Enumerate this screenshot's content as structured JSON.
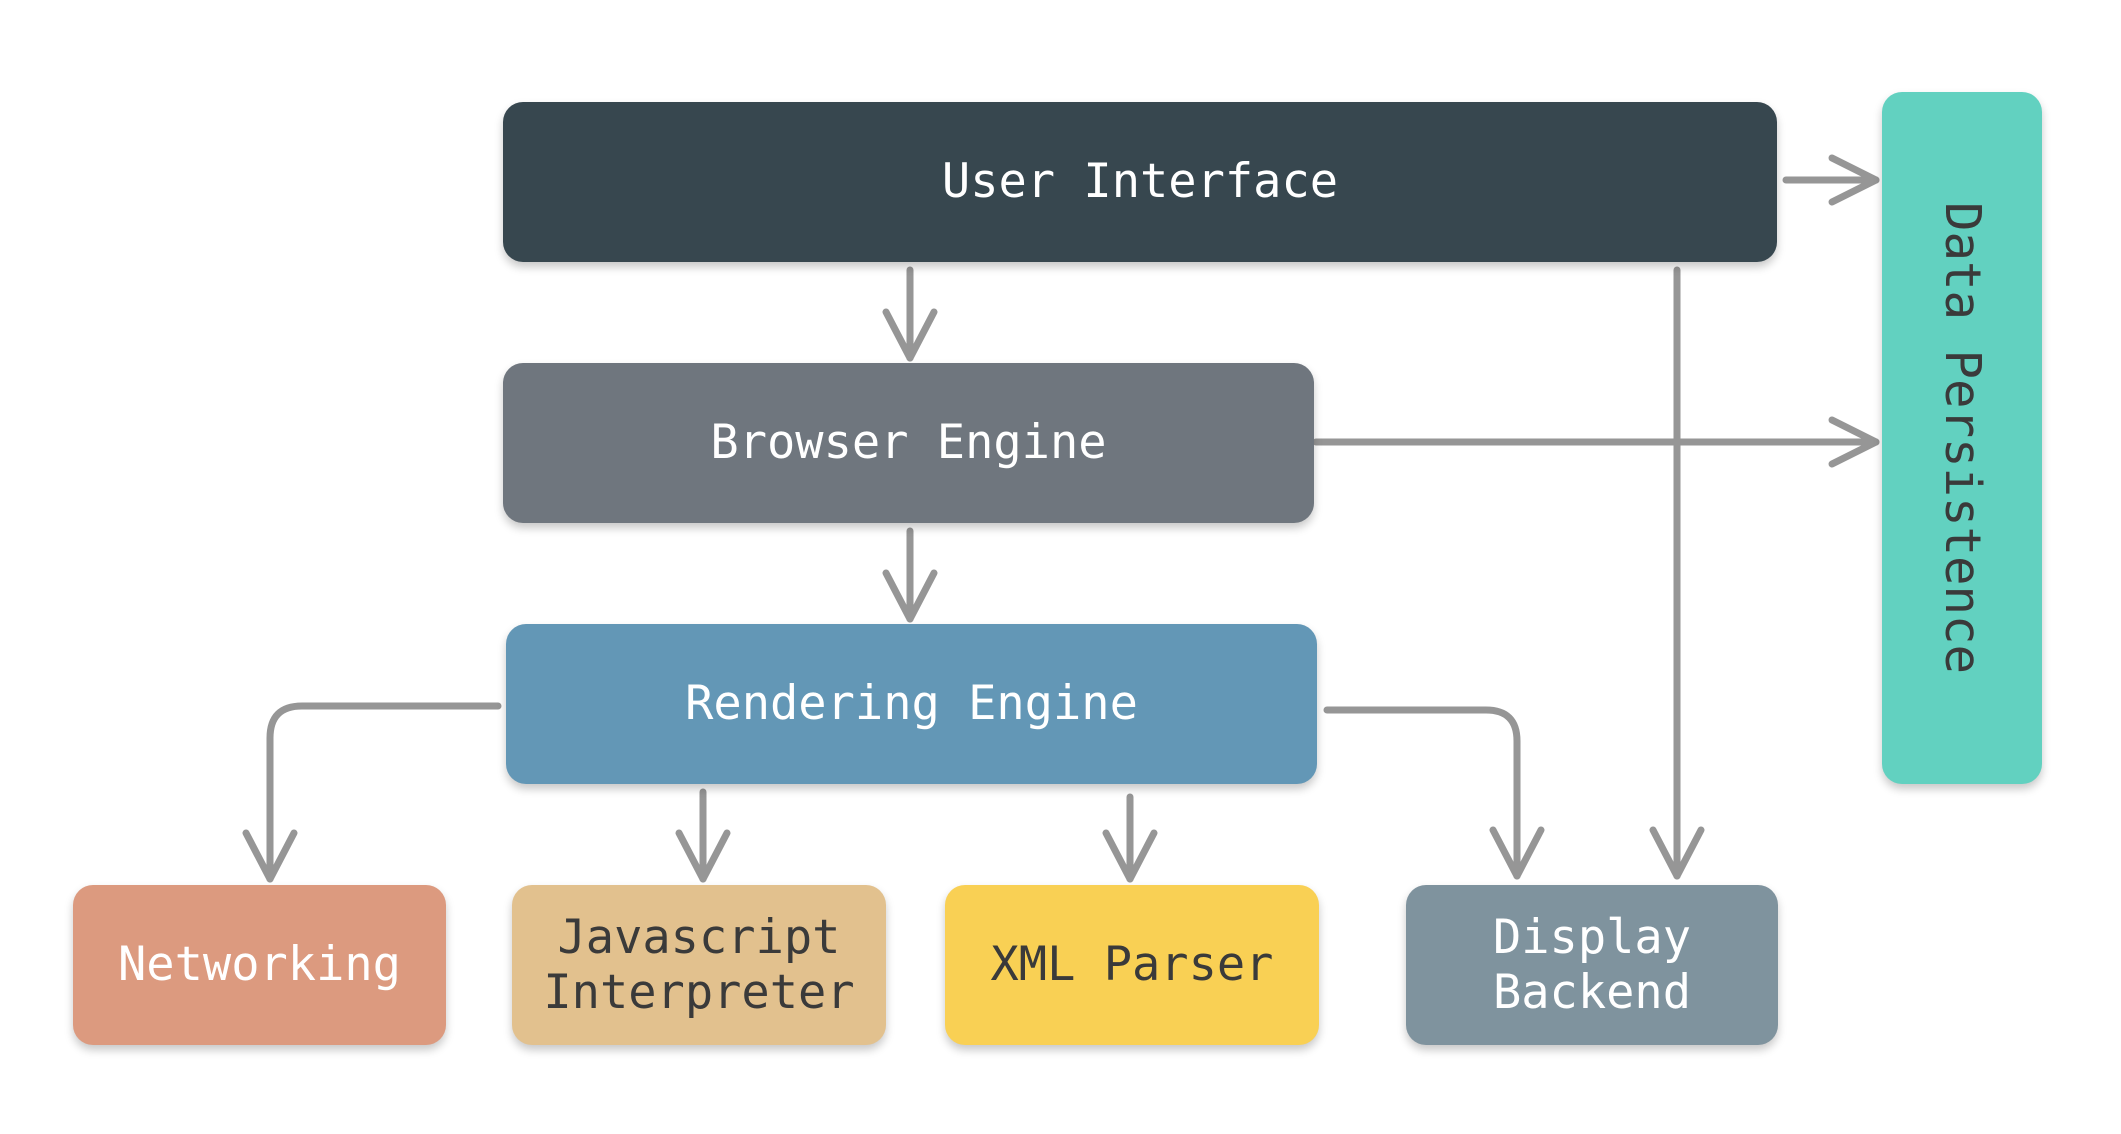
{
  "colors": {
    "user_interface": "#37474f",
    "browser_engine": "#6f767e",
    "rendering_engine": "#6397b6",
    "networking": "#dc9a7f",
    "javascript_interpreter": "#e2c18e",
    "xml_parser": "#f9d054",
    "display_backend": "#7f939e",
    "data_persistence": "#62d1c0",
    "arrow": "#969696"
  },
  "nodes": {
    "user_interface": "User Interface",
    "browser_engine": "Browser Engine",
    "rendering_engine": "Rendering Engine",
    "networking": "Networking",
    "javascript_interpreter": "Javascript\nInterpreter",
    "xml_parser": "XML Parser",
    "display_backend": "Display\nBackend",
    "data_persistence": "Data Persistence"
  },
  "edges": [
    {
      "from": "user_interface",
      "to": "browser_engine"
    },
    {
      "from": "user_interface",
      "to": "data_persistence"
    },
    {
      "from": "user_interface",
      "to": "display_backend"
    },
    {
      "from": "browser_engine",
      "to": "rendering_engine"
    },
    {
      "from": "browser_engine",
      "to": "data_persistence"
    },
    {
      "from": "rendering_engine",
      "to": "networking"
    },
    {
      "from": "rendering_engine",
      "to": "javascript_interpreter"
    },
    {
      "from": "rendering_engine",
      "to": "xml_parser"
    },
    {
      "from": "rendering_engine",
      "to": "display_backend"
    }
  ]
}
